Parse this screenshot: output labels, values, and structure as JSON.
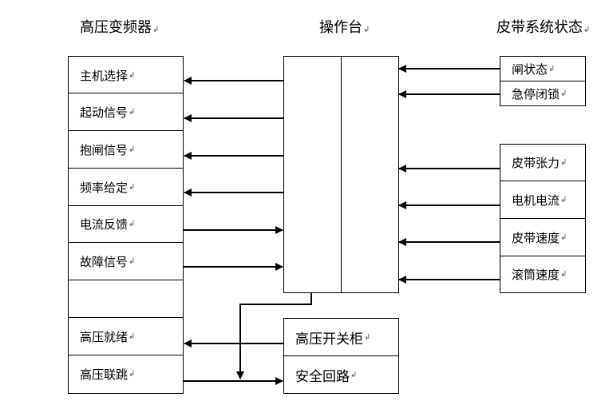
{
  "headings": {
    "vfd": "高压变频器",
    "console": "操作台",
    "belt": "皮带系统状态"
  },
  "vfd_items": [
    "主机选择",
    "起动信号",
    "抱闸信号",
    "频率给定",
    "电流反馈",
    "故障信号",
    "",
    "高压就绪",
    "高压联跳"
  ],
  "status_top_items": [
    "闸状态",
    "急停闭锁"
  ],
  "status_bottom_items": [
    "皮带张力",
    "电机电流",
    "皮带速度",
    "滚筒速度"
  ],
  "switchgear": {
    "cabinet": "高压开关柜",
    "safety_loop": "安全回路"
  }
}
